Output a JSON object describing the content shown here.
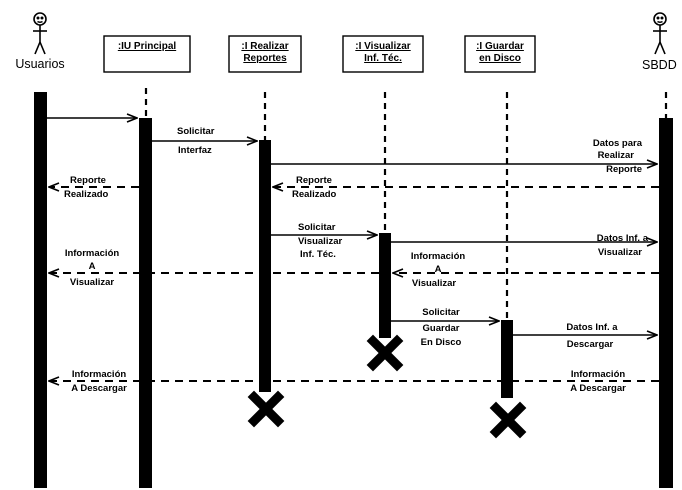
{
  "actors": {
    "user": "Usuarios",
    "db": "SBDD"
  },
  "objects": [
    {
      "lines": [
        ":IU Principal"
      ]
    },
    {
      "lines": [
        ":I Realizar",
        "Reportes"
      ]
    },
    {
      "lines": [
        ":I Visualizar",
        "Inf. Téc."
      ]
    },
    {
      "lines": [
        ":I Guardar",
        "en Disco"
      ]
    }
  ],
  "messages": {
    "solicitar_interfaz": [
      "Solicitar",
      "Interfaz"
    ],
    "datos_realizar_reporte": [
      "Datos para",
      "Realizar",
      "Reporte"
    ],
    "reporte_realizado_1": [
      "Reporte",
      "Realizado"
    ],
    "reporte_realizado_2": [
      "Reporte",
      "Realizado"
    ],
    "solicitar_visualizar": [
      "Solicitar",
      "Visualizar",
      "Inf. Téc."
    ],
    "datos_inf_visualizar": [
      "Datos Inf. a",
      "Visualizar"
    ],
    "informacion_visualizar_1": [
      "Información",
      "A",
      "Visualizar"
    ],
    "informacion_visualizar_2": [
      "Información",
      "A",
      "Visualizar"
    ],
    "solicitar_guardar": [
      "Solicitar",
      "Guardar",
      "En Disco"
    ],
    "datos_inf_descargar": [
      "Datos Inf. a",
      "Descargar"
    ],
    "informacion_descargar_1": [
      "Información",
      "A Descargar"
    ],
    "informacion_descargar_2": [
      "Información",
      "A Descargar"
    ]
  }
}
